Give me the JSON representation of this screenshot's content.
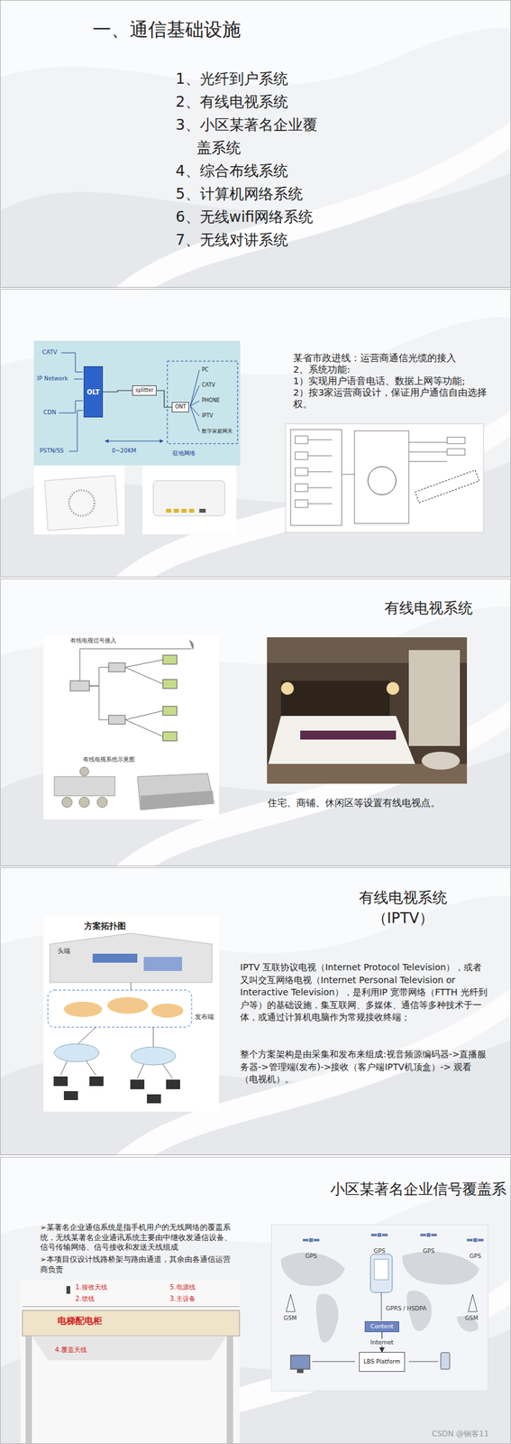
{
  "diagram": {
    "nodes": [
      {
        "text": [
          "一、通信基础设施",
          "1、光纤到户系统",
          "2、有线电视系统",
          "3、小区某著名企业覆盖系统",
          "4、综合布线系统",
          "5、计算机网络系统",
          "6、无线wifi网络系统",
          "7、无线对讲系统"
        ]
      },
      {
        "text": [
          "某省市政进线：运营商通信光缆的接入",
          "2、系统功能:",
          "1）实现用户语音电话、数据上网等功能;",
          "2）按3家运营商设计，保证用户通信自由选择权。"
        ]
      },
      {
        "text": [
          "OLT"
        ],
        "in": 1
      },
      {
        "text": [
          "splitter"
        ],
        "in": 1
      },
      {
        "text": [
          "ONT"
        ],
        "in": 1
      },
      {
        "text": [
          "有线电视系统",
          "住宅、商铺、休闲区等设置有线电视点。"
        ]
      },
      {
        "text": [
          "有线电视系统 （IPTV）",
          "IPTV 互联协议电视（Internet Protocol Television），或者又叫交互网络电视（Internet Personal Television or Interactive Television），是利用IP 宽带网络（FTTH 光纤到户等）的基础设施，集互联网、多媒体、通信等多种技术于一体，或通过计算机电脑作为常规接收终端；",
          "整个方案架构是由采集和发布来组成:视音频源编码器->直播服务器->管理端(发布)->接收（客户端IPTV机顶盒）-> 观看（电视机）。"
        ]
      },
      {
        "text": [
          "小区某著名企业信号覆盖系",
          "➢某著名企业通信系统是指手机用户的无线网络的覆盖系统，无线某著名企业通讯系统主要由中继收发通信设备、信号传输网络、信号接收和发送天线组成",
          "➢本项目仅设计线路桥架与路由通道，其余由各通信运营商负责"
        ]
      },
      {
        "text": [
          "Content"
        ],
        "in": 7
      },
      {
        "text": [
          "LBS Platform"
        ],
        "in": 7
      }
    ],
    "edges": [
      {
        "from": 2,
        "to": 3,
        "arrow": "none"
      },
      {
        "from": 3,
        "to": 4,
        "arrow": "none"
      },
      {
        "from": 8,
        "to": 9,
        "label": "Internet",
        "arrow": "to"
      }
    ],
    "labels": [
      "CATV",
      "IP Network",
      "CDN",
      "PSTN/SS",
      "PC",
      "CATV",
      "PHONE",
      "IPTV",
      "数字家庭网关",
      "0~20KM",
      "驻地网络",
      "有线电视信号接入",
      "有线电视系统示意图",
      "方案拓扑图",
      "头端",
      "发布端",
      "1.接收天线",
      "2.馈线",
      "5.电源线",
      "3.主设备",
      "电梯配电柜",
      "4.覆盖天线",
      "GPS",
      "GPS",
      "GPS",
      "GPS",
      "GSM",
      "GSM",
      "GPRS / HSDPA",
      "CSDN @钢客11"
    ]
  }
}
